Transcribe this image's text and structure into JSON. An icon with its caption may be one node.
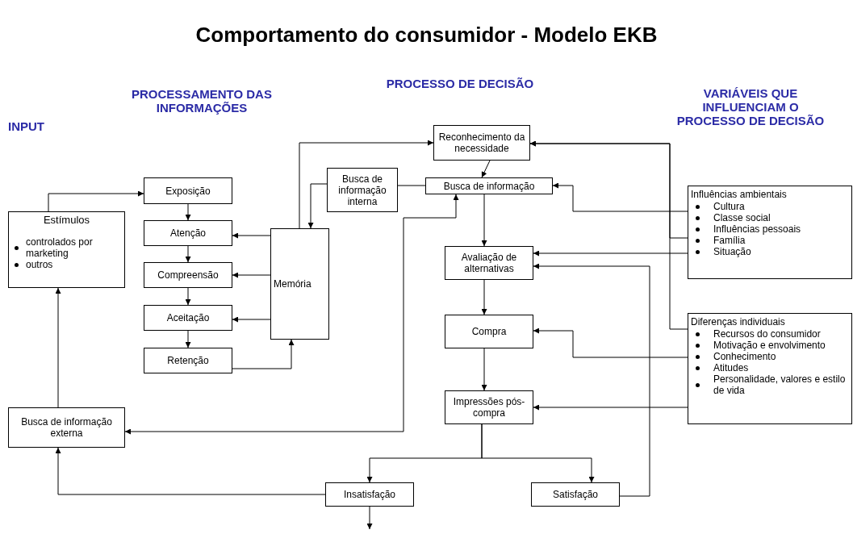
{
  "diagram": {
    "title": "Comportamento do consumidor - Modelo EKB",
    "nodes": [
      {
        "text": [
          "Estímulos",
          "controlados por marketing",
          "outros"
        ]
      },
      {
        "text": [
          "Exposição"
        ]
      },
      {
        "text": [
          "Atenção"
        ]
      },
      {
        "text": [
          "Compreensão"
        ]
      },
      {
        "text": [
          "Aceitação"
        ]
      },
      {
        "text": [
          "Retenção"
        ]
      },
      {
        "text": [
          "Memória"
        ]
      },
      {
        "text": [
          "Busca de informação interna"
        ]
      },
      {
        "text": [
          "Reconhecimento da necessidade"
        ]
      },
      {
        "text": [
          "Busca de informação"
        ]
      },
      {
        "text": [
          "Avaliação de alternativas"
        ]
      },
      {
        "text": [
          "Compra"
        ]
      },
      {
        "text": [
          "Impressões pós-compra"
        ]
      },
      {
        "text": [
          "Insatisfação"
        ]
      },
      {
        "text": [
          "Satisfação"
        ]
      },
      {
        "text": [
          "Busca de informação externa"
        ]
      },
      {
        "text": [
          "Influências ambientais",
          "Cultura",
          "Classe social",
          "Influências pessoais",
          "Família",
          "Situação"
        ]
      },
      {
        "text": [
          "Diferenças individuais",
          "Recursos do consumidor",
          "Motivação e envolvimento",
          "Conhecimento",
          "Atitudes",
          "Personalidade, valores e estilo de vida"
        ]
      }
    ],
    "edges": [
      {
        "from": 0,
        "to": 1,
        "arrow": "to"
      },
      {
        "from": 1,
        "to": 2,
        "arrow": "to"
      },
      {
        "from": 2,
        "to": 3,
        "arrow": "to"
      },
      {
        "from": 3,
        "to": 4,
        "arrow": "to"
      },
      {
        "from": 4,
        "to": 5,
        "arrow": "to"
      },
      {
        "from": 6,
        "to": 2,
        "arrow": "to"
      },
      {
        "from": 6,
        "to": 3,
        "arrow": "to"
      },
      {
        "from": 6,
        "to": 4,
        "arrow": "to"
      },
      {
        "from": 5,
        "to": 6,
        "arrow": "to"
      },
      {
        "from": 6,
        "to": 8,
        "arrow": "to"
      },
      {
        "from": 9,
        "to": 7,
        "arrow": "none"
      },
      {
        "from": 7,
        "to": 6,
        "arrow": "to"
      },
      {
        "from": 8,
        "to": 9,
        "arrow": "to"
      },
      {
        "from": 9,
        "to": 10,
        "arrow": "to"
      },
      {
        "from": 10,
        "to": 11,
        "arrow": "to"
      },
      {
        "from": 11,
        "to": 12,
        "arrow": "to"
      },
      {
        "from": 12,
        "to": 13,
        "arrow": "to"
      },
      {
        "from": 12,
        "to": 14,
        "arrow": "to"
      },
      {
        "from": 13,
        "to": 15,
        "arrow": "to"
      },
      {
        "from": 15,
        "to": 0,
        "arrow": "to"
      },
      {
        "from": 13,
        "to": null,
        "arrow": "to"
      },
      {
        "from": 14,
        "to": 10,
        "arrow": "to"
      },
      {
        "from": 9,
        "to": 15,
        "arrow": "both"
      },
      {
        "from": 16,
        "to": 8,
        "arrow": "to"
      },
      {
        "from": 16,
        "to": 9,
        "arrow": "to"
      },
      {
        "from": 16,
        "to": 10,
        "arrow": "to"
      },
      {
        "from": 17,
        "to": 8,
        "arrow": "to"
      },
      {
        "from": 17,
        "to": 11,
        "arrow": "to"
      },
      {
        "from": 17,
        "to": 12,
        "arrow": "to"
      }
    ],
    "labels": [
      "INPUT",
      "PROCESSAMENTO DAS INFORMAÇÕES",
      "PROCESSO DE DECISÃO",
      "VARIÁVEIS QUE INFLUENCIAM O PROCESSO DE DECISÃO"
    ]
  }
}
